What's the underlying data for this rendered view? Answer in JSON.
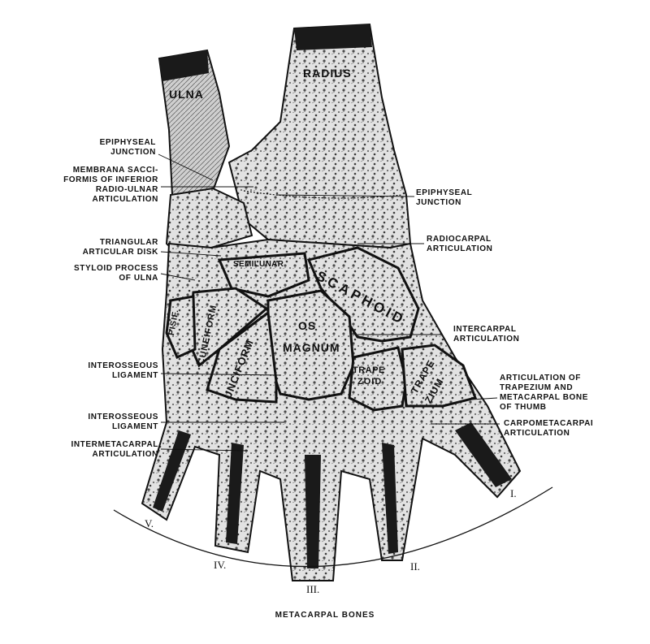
{
  "figure": {
    "bones": {
      "ulna": "ULNA",
      "radius": "RADIUS",
      "semilunar": "SEMILUNAR",
      "scaphoid": "SCAPHOID",
      "pisiform": "PISIF.",
      "cuneiform": "CUNEIFORM",
      "unciform": "UNCIFORM",
      "os_magnum_1": "OS",
      "os_magnum_2": "MAGNUM",
      "trapezoid_1": "TRAPE",
      "trapezoid_2": "ZOID",
      "trapezium_1": "TRAPE",
      "trapezium_2": "ZIUM"
    },
    "labels_left": {
      "epiphyseal_1": "EPIPHYSEAL",
      "epiphyseal_2": "JUNCTION",
      "membrana_1": "MEMBRANA SACCI-",
      "membrana_2": "FORMIS OF INFERIOR",
      "membrana_3": "RADIO-ULNAR",
      "membrana_4": "ARTICULATION",
      "triangular_1": "TRIANGULAR",
      "triangular_2": "ARTICULAR DISK",
      "styloid_1": "STYLOID PROCESS",
      "styloid_2": "OF ULNA",
      "interosseous1_1": "INTEROSSEOUS",
      "interosseous1_2": "LIGAMENT",
      "interosseous2_1": "INTEROSSEOUS",
      "interosseous2_2": "LIGAMENT",
      "intermetacarpal_1": "INTERMETACARPAL",
      "intermetacarpal_2": "ARTICULATION"
    },
    "labels_right": {
      "epiphyseal_1": "EPIPHYSEAL",
      "epiphyseal_2": "JUNCTION",
      "radiocarpal_1": "RADIOCARPAL",
      "radiocarpal_2": "ARTICULATION",
      "intercarpal_1": "INTERCARPAL",
      "intercarpal_2": "ARTICULATION",
      "trapezium_art_1": "ARTICULATION OF",
      "trapezium_art_2": "TRAPEZIUM AND",
      "trapezium_art_3": "METACARPAL BONE",
      "trapezium_art_4": "OF THUMB",
      "carpometacarpal_1": "CARPOMETACARPAI",
      "carpometacarpal_2": "ARTICULATION"
    },
    "metacarpal_numerals": {
      "v": "V.",
      "iv": "IV.",
      "iii": "III.",
      "ii": "II.",
      "i": "I."
    },
    "caption": "METACARPAL BONES"
  },
  "colors": {
    "ink": "#111111",
    "bone": "#d9d9d9",
    "bone_dark": "#5a5a5a",
    "paper": "#ffffff"
  }
}
